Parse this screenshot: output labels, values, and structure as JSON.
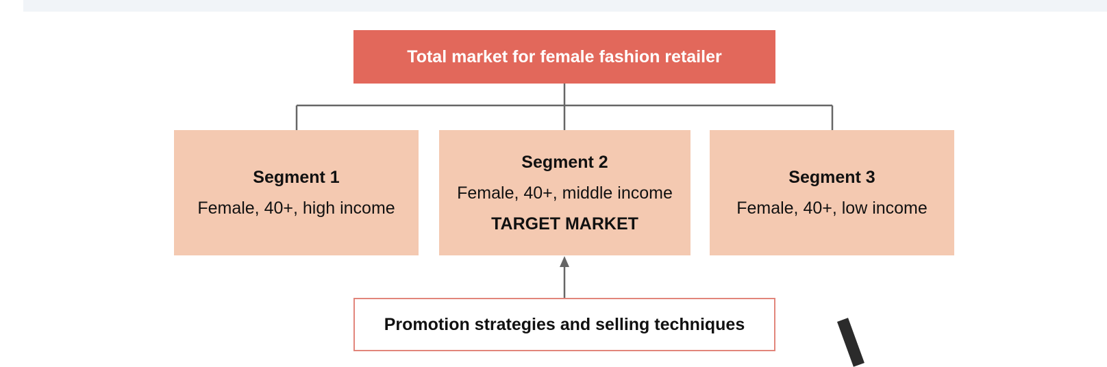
{
  "diagram": {
    "root": {
      "label": "Total market for female fashion retailer"
    },
    "segments": [
      {
        "title": "Segment 1",
        "description": "Female, 40+, high income",
        "tag": ""
      },
      {
        "title": "Segment 2",
        "description": "Female, 40+, middle income",
        "tag": "TARGET MARKET"
      },
      {
        "title": "Segment 3",
        "description": "Female, 40+, low income",
        "tag": ""
      }
    ],
    "promotion": {
      "label": "Promotion strategies and selling techniques"
    },
    "colors": {
      "root_fill": "#e2685b",
      "segment_fill": "#f4c9b1",
      "promotion_border": "#e2857b",
      "connector": "#666666"
    }
  }
}
